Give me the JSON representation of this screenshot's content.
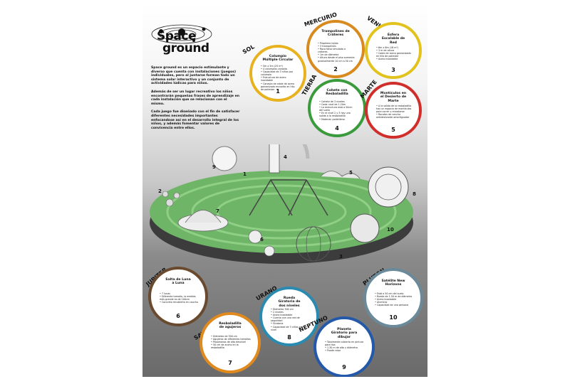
{
  "brand": {
    "word1": "Space",
    "word2": "ground"
  },
  "intro": [
    "Space ground es un espacio estimulante y diverso que cuenta con instalaciones (juegos) individuales, pero al juntarse forman todo un sistema solar interactivo y un conjunto de actividades lúdicas para niños.",
    "Además de ser un lugar recreativo los niños encontrarán pequeñas frases de aprendizaje en cada instalación que se relacionan con el mismo.",
    "Cada juego fue diseñado con el fin de satisfacer diferentes necesidades importantes enfocandose así en el desarrollo integral de los niños, y además fomentar valores de convivencia entre ellos."
  ],
  "cards": [
    {
      "planet": "SOL",
      "title": "Columpio Múltiple Circular",
      "items": [
        "5m x 5m (25 m²)",
        "4 columpios canasta",
        "Capacidad de 3 niños por columpio",
        "Estructura de acero inoxidable",
        "Canasta de cable de acero galvanizado envuelto en hilo de poliester"
      ],
      "number": "1",
      "color": "#e8b21f"
    },
    {
      "planet": "MERCURIO",
      "title": "Trampolines de Cráteres",
      "items": [
        "Propileno tejido",
        "3 trampolines",
        "Roca falsa simulada a cráteres",
        "1m de diámetro",
        "Altura desde el piso aumenta gradualmente 10 cm a 50 cm"
      ],
      "number": "2",
      "color": "#d98a1e"
    },
    {
      "planet": "VENUS",
      "title": "Esfera Escalable de Red",
      "items": [
        "6m x 6m (16 m²)",
        "3 m de altura",
        "Cable de acero galvanizado en hilo de poliester",
        "Acero inoxidable"
      ],
      "number": "3",
      "color": "#e2c21c"
    },
    {
      "planet": "TIERRA",
      "title": "Cohete con Resbaladilla",
      "items": [
        "Cohete de 3 niveles",
        "Cada nivel de 1.20m",
        "La estructura está a 50cm del suelo",
        "En el nivel 2 y 3 hay una salida a la resbaladilla",
        "Material: polietileno"
      ],
      "number": "4",
      "color": "#3a9a3c"
    },
    {
      "planet": "MARTE",
      "title": "Montículos en el Desierto de Marte",
      "items": [
        "A la salida de la resbaladilla hay un espacio de montículos para correr y recostarse",
        "Rocotes de cancha antideslizante amortiguador"
      ],
      "number": "5",
      "color": "#cf2e2a"
    },
    {
      "planet": "JUPITER",
      "title": "Salta de Luna a Luna",
      "items": [
        "7 lunas",
        "Diferente tamaño, la medida más grande es de 100cm",
        "Concreto recubierto en caucho"
      ],
      "number": "6",
      "color": "#6a4a2e"
    },
    {
      "planet": "SATURNO",
      "title": "Resbaladilla de agujeros",
      "items": [
        "Diámetro de 300 cm",
        "Agujeros de diferentes tamaños",
        "Pasamanos de alto desnivel",
        "50 cm de ancho en la resbaladilla"
      ],
      "number": "7",
      "color": "#e08a1e"
    },
    {
      "planet": "URANO",
      "title": "Rueda Giratoria de dos niveles",
      "items": [
        "Diámetro 300 cm",
        "2 niveles",
        "Acero inoxidable",
        "Cuenta con una red de seguridad",
        "Giratoria",
        "Capacidad de 3 niños por nivel"
      ],
      "number": "8",
      "color": "#2a8ab0"
    },
    {
      "planet": "NEPTUNO",
      "title": "Planeta Giratorio para dibujar",
      "items": [
        "Totalmente cubierto en pintura para tiza",
        "1.30 m de alto y diámetro",
        "Puede rotar"
      ],
      "number": "9",
      "color": "#2458a8"
    },
    {
      "planet": "PLUTON",
      "title": "Satélite New Horizons",
      "items": [
        "Está a 50 cm del suelo",
        "Rueda de 1.50 m de diámetro",
        "Acero inoxidable",
        "Aluminio",
        "Capacidad de una persona"
      ],
      "number": "10",
      "color": "#6a8a9a"
    }
  ],
  "scene_numbers": [
    "1",
    "2",
    "3",
    "4",
    "5",
    "6",
    "7",
    "8",
    "9",
    "10"
  ]
}
